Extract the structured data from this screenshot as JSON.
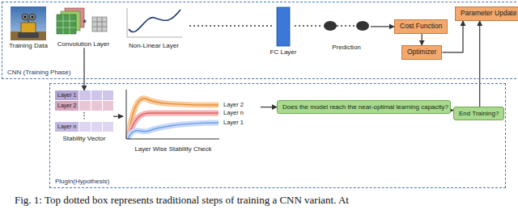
{
  "diagram": {
    "caption": "Fig. 1: Top dotted box represents traditional steps of training a CNN variant. At",
    "nodes": [
      {
        "text": [
          "CNN (Training Phase)"
        ]
      },
      {
        "text": [
          "Training Data"
        ],
        "in": 0
      },
      {
        "text": [
          "Convolution Layer"
        ],
        "in": 0
      },
      {
        "text": [
          "Non-Linear Layer"
        ],
        "in": 0
      },
      {
        "text": [
          "FC Layer"
        ],
        "in": 0
      },
      {
        "text": [
          "Prediction"
        ],
        "in": 0
      },
      {
        "text": [
          "Cost Function"
        ],
        "in": 0
      },
      {
        "text": [
          "Optimizer"
        ],
        "in": 0
      },
      {
        "text": [
          "Parameter Update"
        ],
        "in": 0
      },
      {
        "text": [
          "Plugin(Hypothesis)"
        ]
      },
      {
        "text": [
          "Layer 1",
          "Layer 2",
          "Layer n",
          "Stability Vector"
        ],
        "in": 9
      },
      {
        "text": [
          "Layer 2",
          "Layer n",
          "Layer 1",
          "Layer Wise Stability Check"
        ],
        "in": 9
      },
      {
        "text": [
          "Does the model reach the near-optimal learning capacity?"
        ],
        "in": 9
      },
      {
        "text": [
          "End Training?"
        ],
        "in": 9
      }
    ],
    "edges": [
      {
        "from": 5,
        "to": 6,
        "arrow": "to"
      },
      {
        "from": 6,
        "to": 7,
        "arrow": "to"
      },
      {
        "from": 7,
        "to": 8,
        "arrow": "to"
      },
      {
        "from": 2,
        "to": 10,
        "arrow": "to"
      },
      {
        "from": 10,
        "to": 11,
        "arrow": "to"
      },
      {
        "from": 11,
        "to": 12,
        "arrow": "to"
      },
      {
        "from": 12,
        "to": 13,
        "arrow": "to"
      },
      {
        "from": 13,
        "to": 8,
        "arrow": "to"
      }
    ],
    "labels": [
      "*"
    ]
  }
}
